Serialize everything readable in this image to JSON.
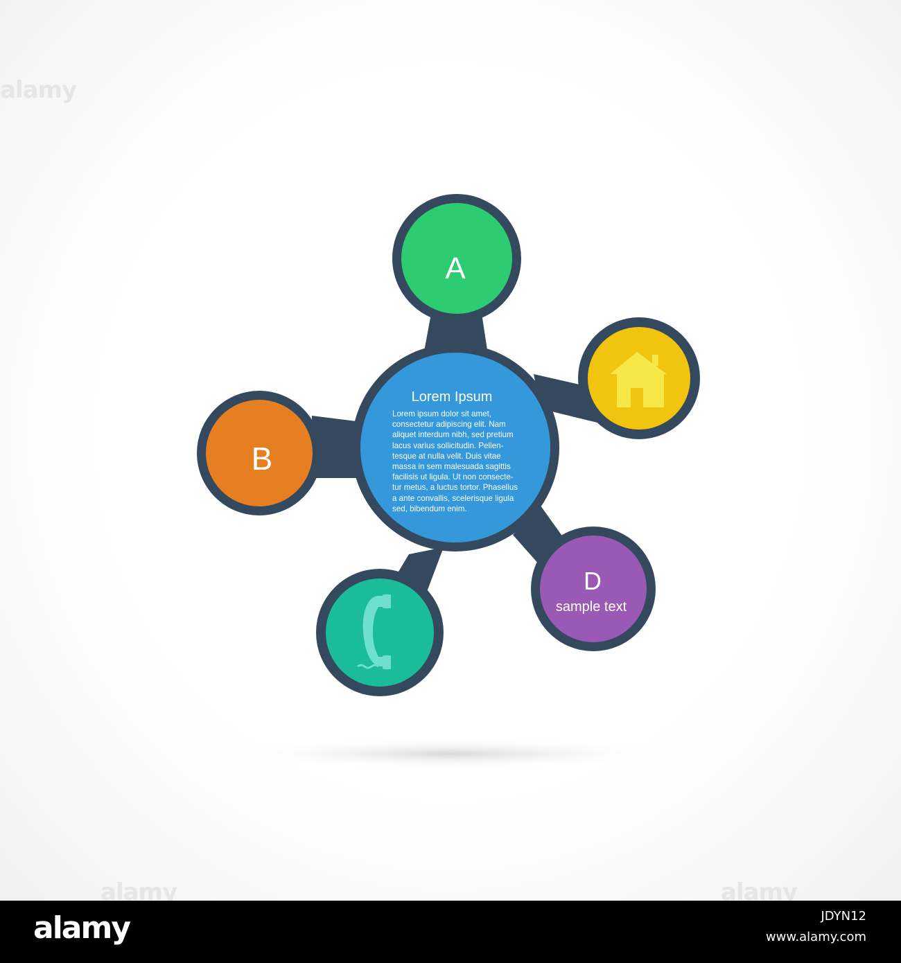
{
  "diagram": {
    "center": {
      "title": "Lorem Ipsum",
      "body_lines": [
        "Lorem ipsum dolor sit amet,",
        "consectetur adipiscing elit. Nam",
        "aliquet interdum nibh, sed pretium",
        "lacus varius sollicitudin. Pellen-",
        "tesque at nulla velit. Duis vitae",
        "massa in sem malesuada sagittis",
        "facilisis ut ligula. Ut non consecte-",
        "tur metus, a luctus tortor. Phasellus",
        "a ante convallis, scelerisque ligula",
        "sed, bibendum enim."
      ],
      "color": "#3498db"
    },
    "nodes": [
      {
        "label": "A",
        "color": "#2ecc71"
      },
      {
        "icon": "home-icon",
        "color": "#f1c40f"
      },
      {
        "label": "D",
        "sublabel": "sample text",
        "color": "#9b59b6"
      },
      {
        "icon": "phone-icon",
        "color": "#1abc9c"
      },
      {
        "label": "B",
        "color": "#e67e22"
      }
    ],
    "frame_color": "#34495e"
  },
  "watermark": {
    "logo": "alamy",
    "image_id": "JDYN12",
    "url": "www.alamy.com"
  }
}
